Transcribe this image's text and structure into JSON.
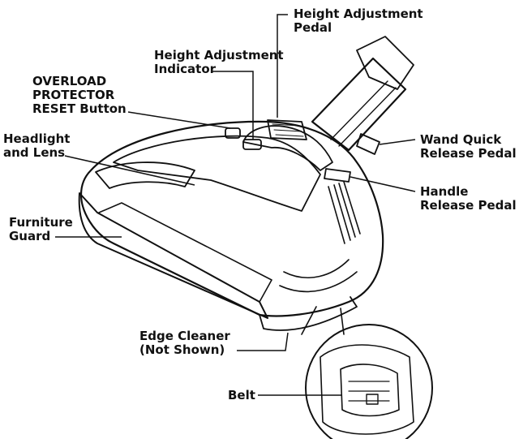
{
  "diagram": {
    "labels": {
      "height_pedal": [
        "Height Adjustment",
        "Pedal"
      ],
      "height_indicator": [
        "Height Adjustment",
        "Indicator"
      ],
      "overload_reset": [
        "OVERLOAD",
        "PROTECTOR",
        "RESET Button"
      ],
      "headlight": [
        "Headlight",
        "and Lens"
      ],
      "furniture_guard": [
        "Furniture",
        "Guard"
      ],
      "edge_cleaner": [
        "Edge Cleaner",
        "(Not Shown)"
      ],
      "belt": [
        "Belt"
      ],
      "wand_release": [
        "Wand Quick",
        "Release Pedal"
      ],
      "handle_release": [
        "Handle",
        "Release Pedal"
      ]
    },
    "colors": {
      "line": "#111111",
      "background": "#ffffff"
    }
  }
}
